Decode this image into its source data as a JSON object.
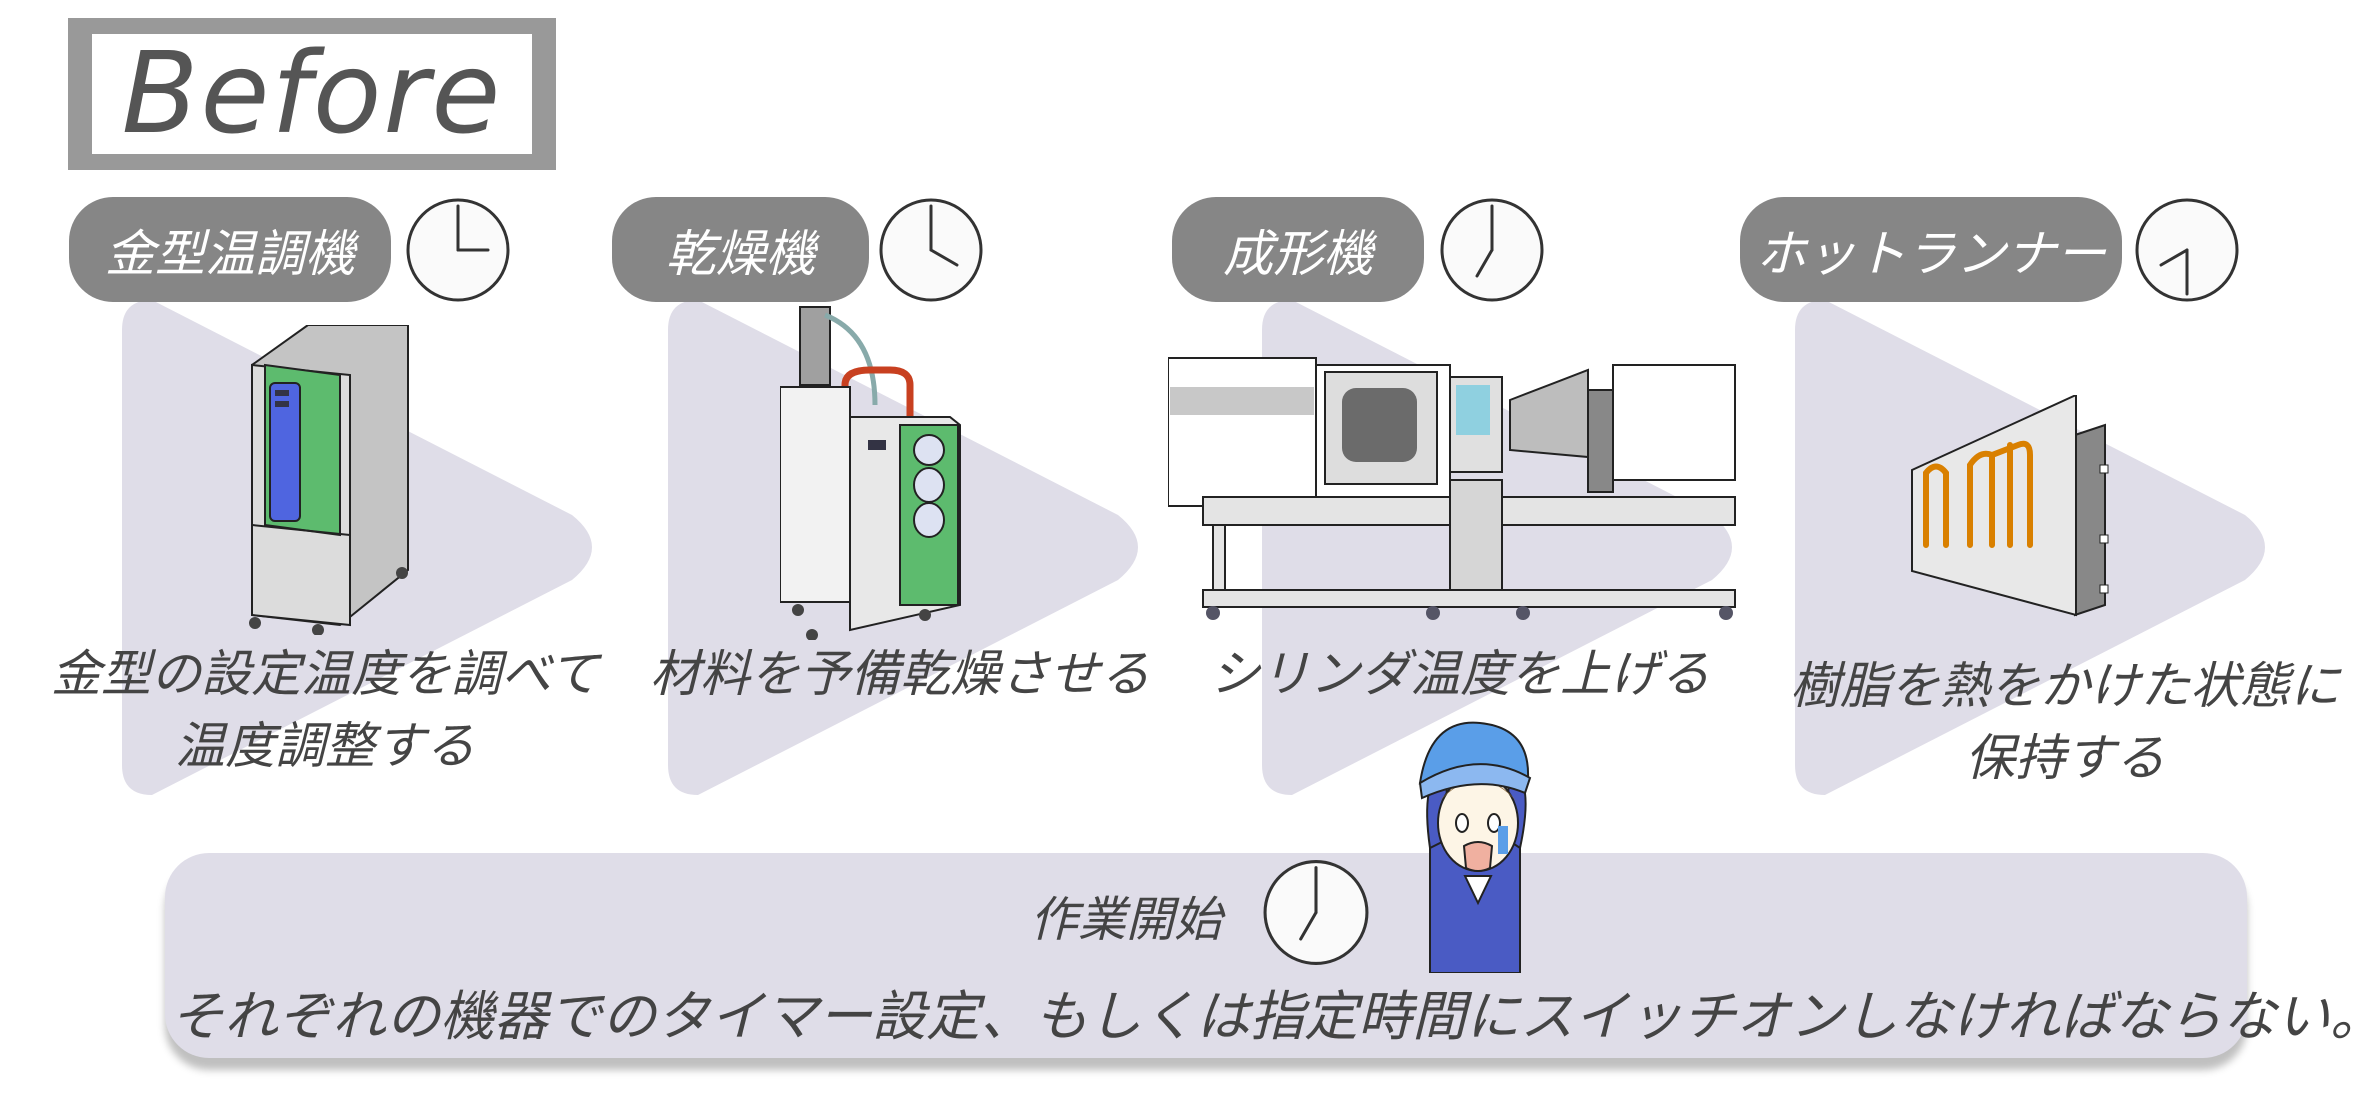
{
  "title": "Before",
  "steps": [
    {
      "label": "金型温調機",
      "caption_lines": [
        "金型の設定温度を調べて",
        "温度調整する"
      ],
      "clock": {
        "hour": 3,
        "minute": 0
      }
    },
    {
      "label": "乾燥機",
      "caption_lines": [
        "材料を予備乾燥させる"
      ],
      "clock": {
        "hour": 4,
        "minute": 0
      }
    },
    {
      "label": "成形機",
      "caption_lines": [
        "シリンダ温度を上げる"
      ],
      "clock": {
        "hour": 7,
        "minute": 0
      }
    },
    {
      "label": "ホットランナー",
      "caption_lines": [
        "樹脂を熱をかけた状態に",
        "保持する"
      ],
      "clock": {
        "hour": 7.5,
        "minute": 30
      }
    }
  ],
  "footer": {
    "start_label": "作業開始",
    "start_clock": {
      "hour": 7,
      "minute": 0
    },
    "message": "それぞれの機器でのタイマー設定、もしくは指定時間にスイッチオンしなければならない。"
  },
  "colors": {
    "pill": "#868686",
    "arrow": "#dfdde8",
    "text": "#444444",
    "heater": "#d98000"
  }
}
